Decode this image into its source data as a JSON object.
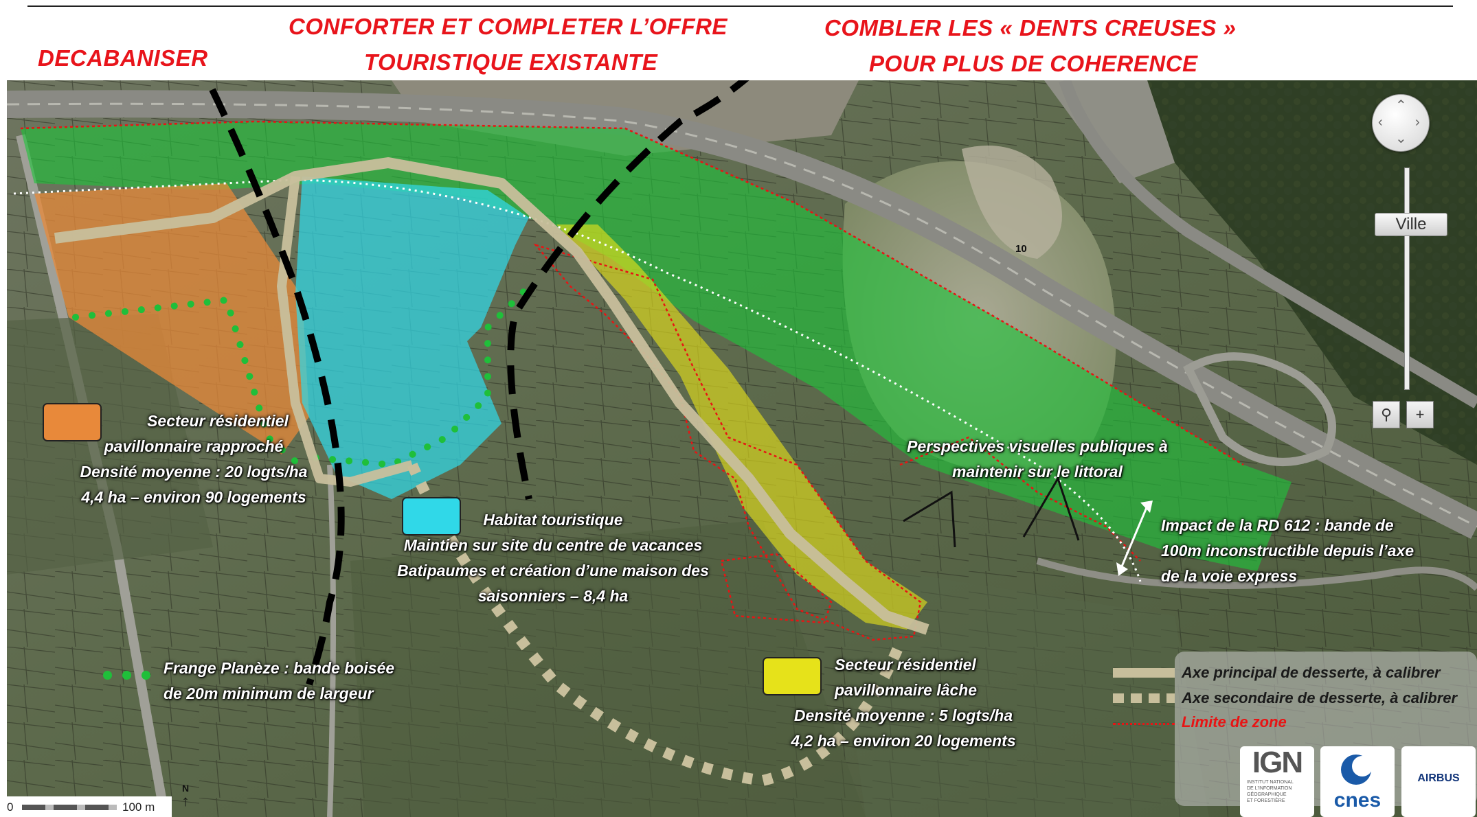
{
  "headers": {
    "decabaniser": "DECABANISER",
    "conforter_line1": "CONFORTER ET COMPLETER L’OFFRE",
    "conforter_line2": "TOURISTIQUE EXISTANTE",
    "combler_line1": "COMBLER LES « DENTS CREUSES »",
    "combler_line2": "POUR PLUS DE COHERENCE"
  },
  "colors": {
    "orange_zone": "#e8893a",
    "cyan_zone": "#30d8e8",
    "yellow_zone": "#e6e21a",
    "green_zone": "#1fc43a",
    "heading_red": "#e8141b",
    "main_axis": "#c8bf9c",
    "limit_red": "#e81414",
    "frange_green": "#1fbf3a"
  },
  "labels": {
    "residentiel_rapproche": [
      "Secteur résidentiel",
      "pavillonnaire rapproché",
      "Densité moyenne : 20 logts/ha",
      "4,4 ha – environ 90 logements"
    ],
    "habitat_touristique": [
      "Habitat touristique",
      "Maintien sur site du centre de vacances",
      "Batipaumes et création d’une maison des",
      "saisonniers – 8,4 ha"
    ],
    "frange": [
      "Frange  Planèze :  bande  boisée",
      "de 20m minimum de largeur"
    ],
    "residentiel_lache": [
      "Secteur résidentiel",
      "pavillonnaire lâche",
      "Densité moyenne : 5 logts/ha",
      "4,2 ha – environ 20 logements"
    ],
    "perspectives": [
      "Perspectives visuelles publiques à",
      "maintenir sur le littoral"
    ],
    "impact": [
      "Impact  de  la  RD 612 :  bande  de",
      "100m inconstructible depuis l’axe",
      "de la voie express"
    ],
    "map_number": "10"
  },
  "legend": {
    "main_axis": "Axe principal de desserte,  à calibrer",
    "secondary_axis": "Axe secondaire de desserte, à calibrer",
    "zone_limit": "Limite de zone"
  },
  "map_controls": {
    "ville": "Ville"
  },
  "logos": {
    "ign": "IGN",
    "ign_sub": [
      "INSTITUT NATIONAL",
      "DE L'INFORMATION",
      "GÉOGRAPHIQUE",
      "ET FORESTIÈRE"
    ],
    "cnes": "cnes",
    "airbus": "AIRBUS"
  },
  "scale": {
    "zero": "0",
    "distance": "100 m",
    "north": "N"
  }
}
